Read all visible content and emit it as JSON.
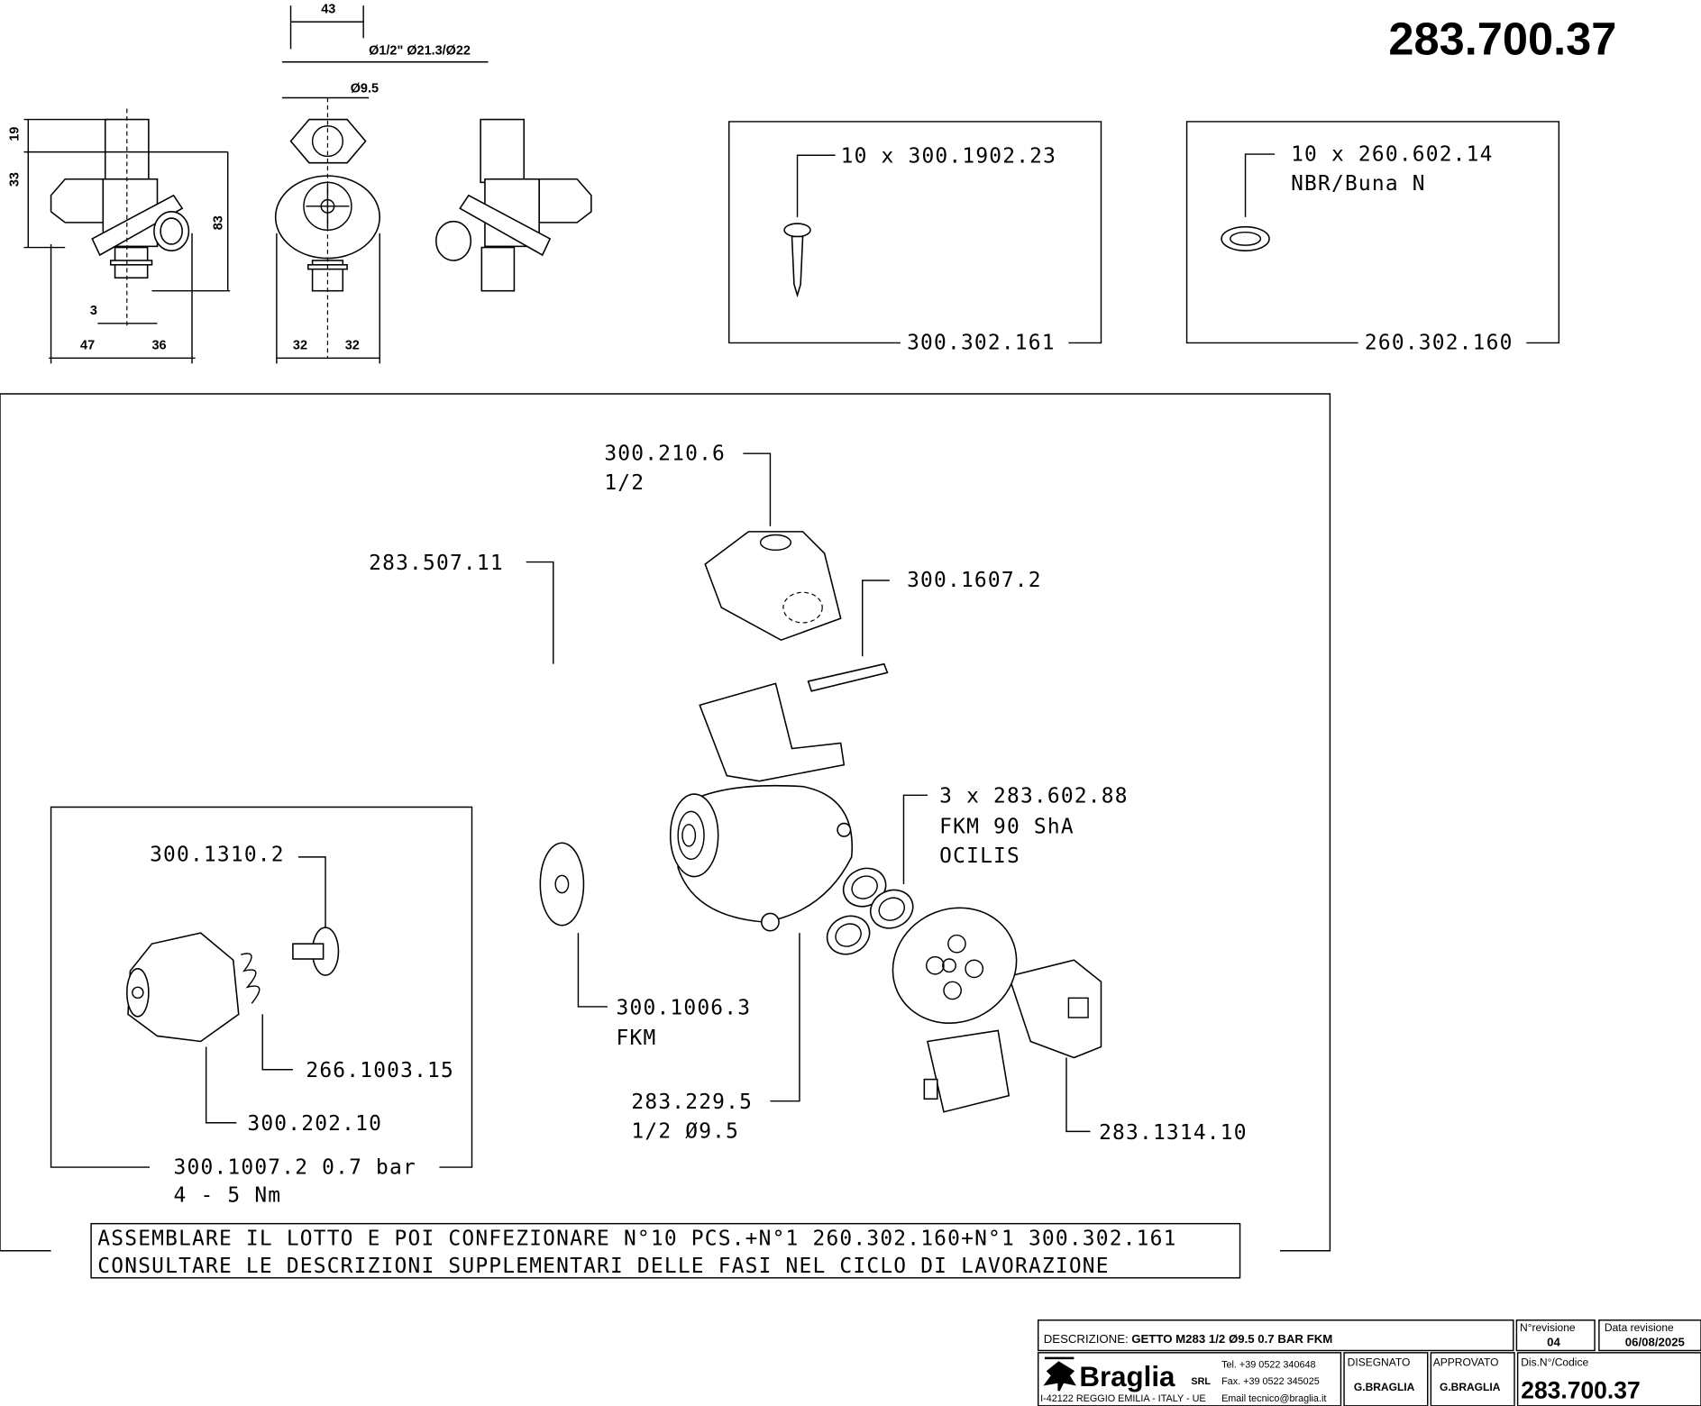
{
  "drawing_number": "283.700.37",
  "dimensions": {
    "width_43": "43",
    "thread": "Ø1/2\" Ø21.3/Ø22",
    "bore": "Ø9.5",
    "h19": "19",
    "h33": "33",
    "h83": "83",
    "offset3": "3",
    "w47": "47",
    "w36": "36",
    "w32a": "32",
    "w32b": "32"
  },
  "kit_screws": {
    "qty_code": "10 x 300.1902.23",
    "kit_code": "300.302.161"
  },
  "kit_orings": {
    "qty_code": "10 x 260.602.14",
    "material": "NBR/Buna N",
    "kit_code": "260.302.160"
  },
  "parts": {
    "clamp": {
      "code": "300.210.6",
      "size": "1/2"
    },
    "clip": {
      "code": "283.507.11"
    },
    "pin": {
      "code": "300.1607.2"
    },
    "seals": {
      "code": "3 x 283.602.88",
      "material": "FKM 90 ShA",
      "brand": "OCILIS"
    },
    "disc": {
      "code": "300.1006.3",
      "material": "FKM"
    },
    "body": {
      "code": "283.229.5",
      "size": "1/2 Ø9.5"
    },
    "nozzle": {
      "code": "283.1314.10"
    },
    "valve_seat": {
      "code": "300.1310.2"
    },
    "spring": {
      "code": "266.1003.15"
    },
    "cap": {
      "code": "300.202.10"
    },
    "check_valve": {
      "code": "300.1007.2 0.7 bar",
      "torque": "4 - 5 Nm"
    }
  },
  "notes": [
    "ASSEMBLARE IL LOTTO E POI CONFEZIONARE N°10 PCS.+N°1 260.302.160+N°1 300.302.161",
    "CONSULTARE LE DESCRIZIONI SUPPLEMENTARI DELLE FASI NEL CICLO DI LAVORAZIONE"
  ],
  "title_block": {
    "description_label": "DESCRIZIONE:",
    "description": "GETTO M283 1/2 Ø9.5 0.7 BAR FKM",
    "revision_label": "N°revisione",
    "revision": "04",
    "revision_date_label": "Data revisione",
    "revision_date": "06/08/2025",
    "company": "Braglia",
    "company_suffix": "SRL",
    "address": "I-42122 REGGIO EMILIA - ITALY - UE",
    "tel": "Tel. +39 0522 340648",
    "fax": "Fax. +39 0522 345025",
    "email": "Email tecnico@braglia.it",
    "drawn_label": "DISEGNATO",
    "drawn_by": "G.BRAGLIA",
    "approved_label": "APPROVATO",
    "approved_by": "G.BRAGLIA",
    "code_label": "Dis.N°/Codice",
    "code": "283.700.37"
  }
}
